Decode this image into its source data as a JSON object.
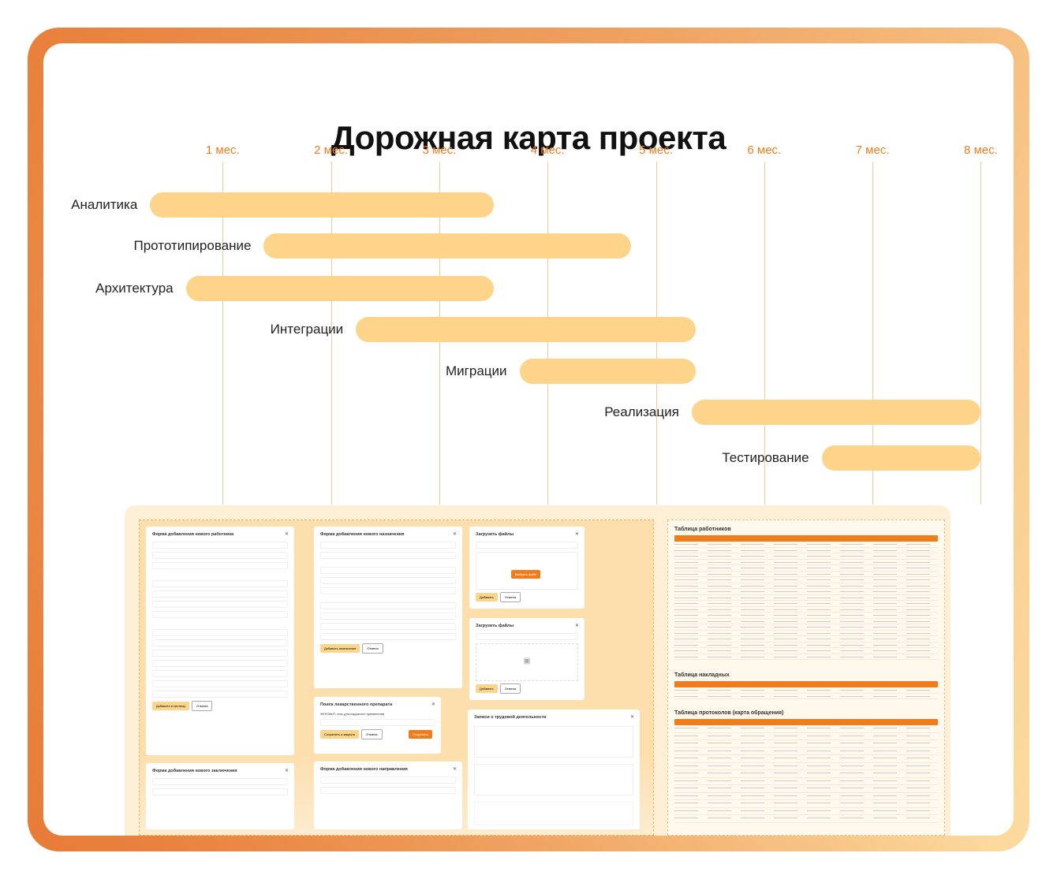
{
  "chart_data": {
    "type": "gantt",
    "title": "Дорожная карта проекта",
    "x_ticks": [
      "1 мес.",
      "2 мес.",
      "3 мес.",
      "4 мес.",
      "5 мес.",
      "6 мес.",
      "7 мес.",
      "8 мес."
    ],
    "xlim": [
      0,
      8
    ],
    "unit": "months",
    "tasks": [
      {
        "name": "Аналитика",
        "start": 0.33,
        "end": 3.5
      },
      {
        "name": "Прототипирование",
        "start": 1.38,
        "end": 4.77
      },
      {
        "name": "Архитектура",
        "start": 0.66,
        "end": 3.5
      },
      {
        "name": "Интеграции",
        "start": 2.23,
        "end": 5.37
      },
      {
        "name": "Миграции",
        "start": 3.74,
        "end": 5.37
      },
      {
        "name": "Реализация",
        "start": 5.33,
        "end": 8.0
      },
      {
        "name": "Тестирование",
        "start": 6.53,
        "end": 8.0
      }
    ],
    "colors": {
      "bar": "#fdd48a",
      "tick": "#ef7c1d",
      "grid": "#f6c99a"
    }
  },
  "mockups": {
    "worker_form": "Форма добавления нового работника",
    "appointment_form": "Форма добавления нового назначения",
    "upload1": "Загрузить файлы",
    "upload2": "Загрузить файлы",
    "drug_search": "Поиск лекарственного препарата",
    "drug_value": "ФЕРОВИТ, гель для наружного применения",
    "work_records": "Записи о трудовой деятельности",
    "conclusion_form": "Форма добавления нового заключения",
    "direction_form": "Форма добавления нового направления",
    "workers_table": "Таблица работников",
    "invoices_table": "Таблица накладных",
    "protocols_table": "Таблица протоколов (карта обращения)",
    "btn_add": "Добавить",
    "btn_cancel": "Отмена",
    "btn_save": "Сохранить",
    "btn_save_close": "Сохранить и закрыть",
    "btn_add_appointment": "Добавить назначение",
    "btn_add_system": "Добавить в систему",
    "btn_choose_file": "Выбрать файл"
  }
}
